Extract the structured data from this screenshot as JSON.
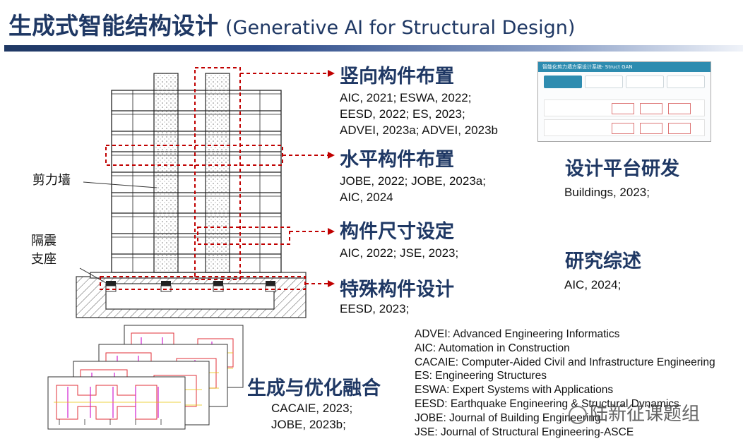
{
  "title": {
    "cn": "生成式智能结构设计",
    "en": "(Generative AI for Structural Design)"
  },
  "labels": {
    "shear_wall": "剪力墙",
    "isolation_bearing_line1": "隔震",
    "isolation_bearing_line2": "支座"
  },
  "sections": [
    {
      "heading": "竖向构件布置",
      "refs": [
        "AIC, 2021; ESWA, 2022;",
        "EESD, 2022; ES, 2023;",
        "ADVEI, 2023a; ADVEI, 2023b"
      ]
    },
    {
      "heading": "水平构件布置",
      "refs": [
        "JOBE, 2022; JOBE, 2023a;",
        "AIC, 2024"
      ]
    },
    {
      "heading": "构件尺寸设定",
      "refs": [
        "AIC, 2022; JSE, 2023;"
      ]
    },
    {
      "heading": "特殊构件设计",
      "refs": [
        "EESD, 2023;"
      ]
    }
  ],
  "platform": {
    "heading": "设计平台研发",
    "refs": [
      "Buildings, 2023;"
    ],
    "screenshot": {
      "title": "智能化剪力墙方案设计系统- Struct GAN",
      "tabs": [
        "",
        "",
        "",
        ""
      ]
    }
  },
  "review": {
    "heading": "研究综述",
    "refs": [
      "AIC, 2024;"
    ]
  },
  "fusion": {
    "heading": "生成与优化融合",
    "refs": [
      "CACAIE, 2023;",
      "JOBE, 2023b;"
    ]
  },
  "abbreviations": [
    "ADVEI: Advanced Engineering Informatics",
    "AIC: Automation in Construction",
    "CACAIE: Computer-Aided Civil and Infrastructure Engineering",
    "ES: Engineering Structures",
    "ESWA: Expert Systems with Applications",
    "EESD: Earthquake Engineering & Structural Dynamics",
    "JOBE: Journal of Building Engineering",
    "JSE: Journal of Structural Engineering-ASCE"
  ],
  "watermark": "陆新征课题组",
  "colors": {
    "title": "#1f3864",
    "dash": "#c00000",
    "plan_red": "#e0303a",
    "plan_magenta": "#d020d0",
    "plan_yellow": "#e6c400"
  }
}
